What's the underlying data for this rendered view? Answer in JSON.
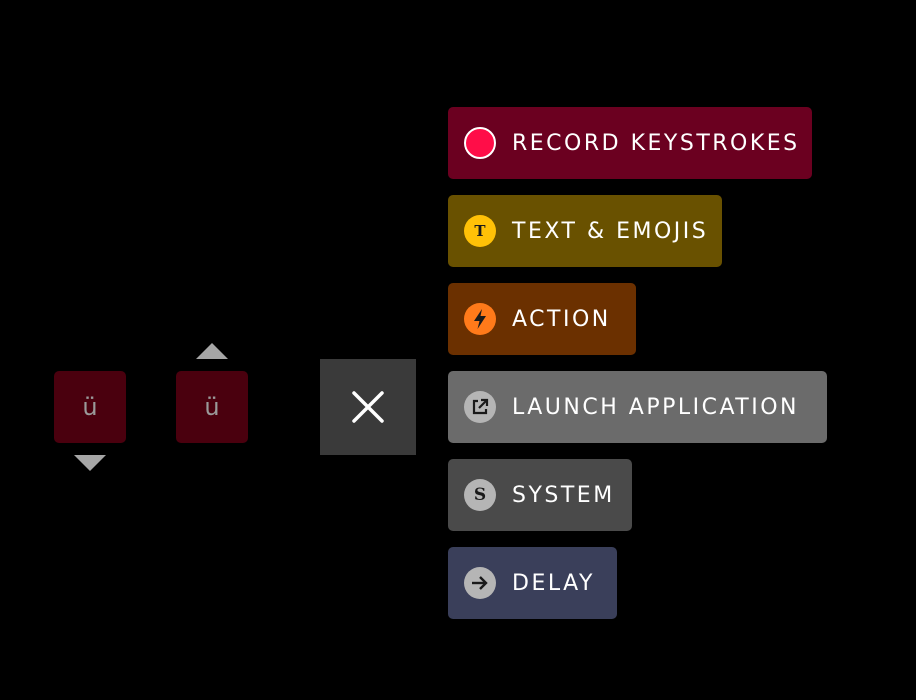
{
  "keys": {
    "key_one": {
      "label": "ü"
    },
    "key_two": {
      "label": "ü"
    }
  },
  "close": {
    "icon": "close-icon"
  },
  "menu": {
    "items": [
      {
        "label": "RECORD KEYSTROKES",
        "icon": "record-icon",
        "color": "#6b0020",
        "icon_color": "#ff0d48"
      },
      {
        "label": "TEXT & EMOJIS",
        "icon": "text-icon",
        "icon_glyph": "T",
        "color": "#695100",
        "icon_color": "#ffc107"
      },
      {
        "label": "ACTION",
        "icon": "lightning-icon",
        "color": "#6b3000",
        "icon_color": "#ff7a1a"
      },
      {
        "label": "LAUNCH APPLICATION",
        "icon": "external-link-icon",
        "color": "#6b6b6b",
        "icon_color": "#b5b5b5"
      },
      {
        "label": "SYSTEM",
        "icon": "system-icon",
        "icon_glyph": "S",
        "color": "#4a4a4a",
        "icon_color": "#b5b5b5"
      },
      {
        "label": "DELAY",
        "icon": "arrow-right-icon",
        "color": "#3a3f5a",
        "icon_color": "#b5b5b5"
      }
    ]
  },
  "colors": {
    "background": "#000000",
    "key_bg": "#4a000e",
    "arrow": "#a6a6a6",
    "close_bg": "#3a3a3a"
  }
}
